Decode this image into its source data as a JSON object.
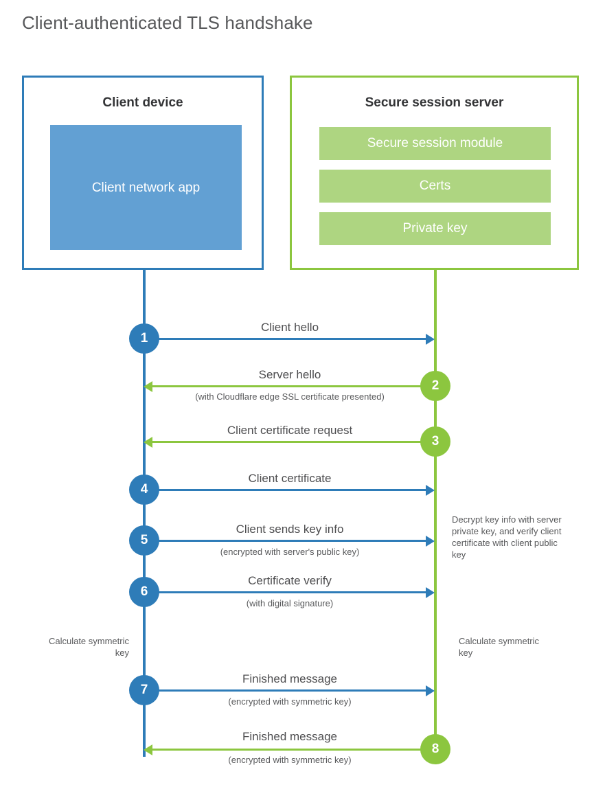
{
  "title": "Client-authenticated TLS handshake",
  "colors": {
    "blue": "#2e7cb8",
    "blue_fill": "#62a0d3",
    "green": "#8cc63f",
    "green_fill": "#aed581",
    "title_text": "#58595b",
    "body_text": "#4d4d4f"
  },
  "client": {
    "title": "Client device",
    "app_label": "Client network app"
  },
  "server": {
    "title": "Secure session server",
    "chips": [
      {
        "label": "Secure session module"
      },
      {
        "label": "Certs"
      },
      {
        "label": "Private key"
      }
    ]
  },
  "steps": [
    {
      "number": "1",
      "label": "Client hello",
      "sublabel": "",
      "direction": "client-to-server",
      "color": "blue"
    },
    {
      "number": "2",
      "label": "Server hello",
      "sublabel": "(with Cloudflare edge SSL certificate presented)",
      "direction": "server-to-client",
      "color": "green"
    },
    {
      "number": "3",
      "label": "Client certificate request",
      "sublabel": "",
      "direction": "server-to-client",
      "color": "green"
    },
    {
      "number": "4",
      "label": "Client certificate",
      "sublabel": "",
      "direction": "client-to-server",
      "color": "blue"
    },
    {
      "number": "5",
      "label": "Client sends key info",
      "sublabel": "(encrypted with server's public key)",
      "direction": "client-to-server",
      "color": "blue"
    },
    {
      "number": "6",
      "label": "Certificate verify",
      "sublabel": "(with digital signature)",
      "direction": "client-to-server",
      "color": "blue"
    },
    {
      "number": "7",
      "label": "Finished message",
      "sublabel": "(encrypted with symmetric key)",
      "direction": "client-to-server",
      "color": "blue"
    },
    {
      "number": "8",
      "label": "Finished message",
      "sublabel": "(encrypted with symmetric key)",
      "direction": "server-to-client",
      "color": "green"
    }
  ],
  "notes": {
    "server_decrypt": "Decrypt key info with server private key, and verify client certificate with client public key",
    "client_calc": "Calculate symmetric key",
    "server_calc": "Calculate symmetric key"
  }
}
